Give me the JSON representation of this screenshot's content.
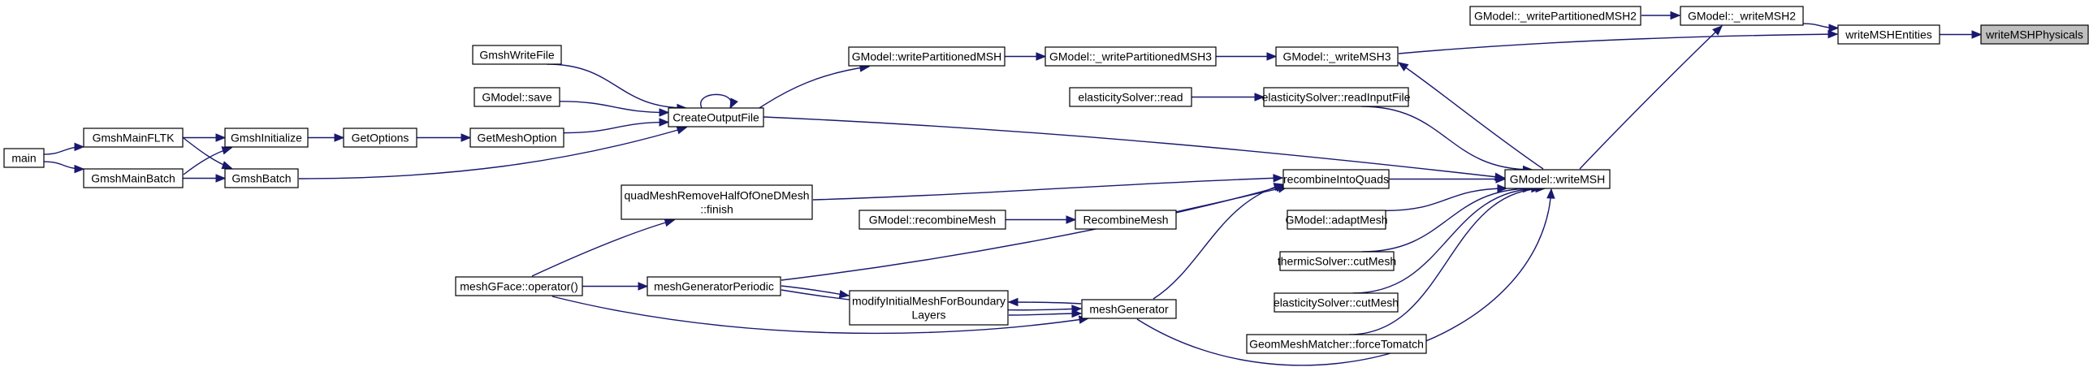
{
  "diagram": {
    "colors": {
      "edge": "#191970",
      "node_border": "#000000",
      "highlight_fill": "#bfbfbf",
      "background": "#ffffff"
    },
    "nodes": {
      "writeMSHPhysicals": [
        "writeMSHPhysicals"
      ],
      "writeMSHEntities": [
        "writeMSHEntities"
      ],
      "GModel_writeMSH2": [
        "GModel::_writeMSH2"
      ],
      "GModel_writePartitionedMSH2": [
        "GModel::_writePartitionedMSH2"
      ],
      "GModel_writeMSH3": [
        "GModel::_writeMSH3"
      ],
      "GModel_writePartitionedMSH3": [
        "GModel::_writePartitionedMSH3"
      ],
      "GModel_writePartitionedMSH": [
        "GModel::writePartitionedMSH"
      ],
      "GModel_writeMSH": [
        "GModel::writeMSH"
      ],
      "CreateOutputFile": [
        "CreateOutputFile"
      ],
      "GmshWriteFile": [
        "GmshWriteFile"
      ],
      "GModel_save": [
        "GModel::save"
      ],
      "GetMeshOption": [
        "GetMeshOption"
      ],
      "GetOptions": [
        "GetOptions"
      ],
      "GmshInitialize": [
        "GmshInitialize"
      ],
      "GmshMainFLTK": [
        "GmshMainFLTK"
      ],
      "GmshMainBatch": [
        "GmshMainBatch"
      ],
      "main": [
        "main"
      ],
      "GmshBatch": [
        "GmshBatch"
      ],
      "elasticitySolver_read": [
        "elasticitySolver::read"
      ],
      "elasticitySolver_readInputFile": [
        "elasticitySolver::readInputFile"
      ],
      "recombineIntoQuads": [
        "recombineIntoQuads"
      ],
      "quadMeshRemoveHalf": [
        "quadMeshRemoveHalfOfOneDMesh",
        "::finish"
      ],
      "GModel_recombineMesh": [
        "GModel::recombineMesh"
      ],
      "RecombineMesh": [
        "RecombineMesh"
      ],
      "meshGFace_operator": [
        "meshGFace::operator()"
      ],
      "meshGeneratorPeriodic": [
        "meshGeneratorPeriodic"
      ],
      "modifyInitialMesh": [
        "modifyInitialMeshForBoundary",
        "Layers"
      ],
      "meshGenerator": [
        "meshGenerator"
      ],
      "GModel_adaptMesh": [
        "GModel::adaptMesh"
      ],
      "thermicSolver_cutMesh": [
        "thermicSolver::cutMesh"
      ],
      "elasticitySolver_cutMesh": [
        "elasticitySolver::cutMesh"
      ],
      "GeomMeshMatcher_forceTomatch": [
        "GeomMeshMatcher::forceTomatch"
      ]
    },
    "highlighted": "writeMSHPhysicals",
    "edges": [
      [
        "writeMSHEntities",
        "writeMSHPhysicals"
      ],
      [
        "GModel_writeMSH2",
        "writeMSHEntities"
      ],
      [
        "GModel_writeMSH3",
        "writeMSHEntities"
      ],
      [
        "GModel_writePartitionedMSH2",
        "GModel_writeMSH2"
      ],
      [
        "GModel_writeMSH",
        "GModel_writeMSH2"
      ],
      [
        "GModel_writePartitionedMSH3",
        "GModel_writeMSH3"
      ],
      [
        "GModel_writeMSH",
        "GModel_writeMSH3"
      ],
      [
        "GModel_writePartitionedMSH",
        "GModel_writePartitionedMSH3"
      ],
      [
        "CreateOutputFile",
        "GModel_writePartitionedMSH"
      ],
      [
        "CreateOutputFile",
        "GModel_writeMSH"
      ],
      [
        "CreateOutputFile",
        "CreateOutputFile"
      ],
      [
        "GmshWriteFile",
        "CreateOutputFile"
      ],
      [
        "GModel_save",
        "CreateOutputFile"
      ],
      [
        "GetMeshOption",
        "CreateOutputFile"
      ],
      [
        "GmshBatch",
        "CreateOutputFile"
      ],
      [
        "GetOptions",
        "GetMeshOption"
      ],
      [
        "GmshInitialize",
        "GetOptions"
      ],
      [
        "GmshMainFLTK",
        "GmshInitialize"
      ],
      [
        "GmshMainBatch",
        "GmshInitialize"
      ],
      [
        "GmshMainFLTK",
        "GmshBatch"
      ],
      [
        "GmshMainBatch",
        "GmshBatch"
      ],
      [
        "main",
        "GmshMainFLTK"
      ],
      [
        "main",
        "GmshMainBatch"
      ],
      [
        "elasticitySolver_read",
        "elasticitySolver_readInputFile"
      ],
      [
        "elasticitySolver_readInputFile",
        "GModel_writeMSH"
      ],
      [
        "recombineIntoQuads",
        "GModel_writeMSH"
      ],
      [
        "quadMeshRemoveHalf",
        "recombineIntoQuads"
      ],
      [
        "RecombineMesh",
        "recombineIntoQuads"
      ],
      [
        "meshGeneratorPeriodic",
        "recombineIntoQuads"
      ],
      [
        "meshGenerator",
        "recombineIntoQuads"
      ],
      [
        "GModel_recombineMesh",
        "RecombineMesh"
      ],
      [
        "meshGFace_operator",
        "quadMeshRemoveHalf"
      ],
      [
        "meshGFace_operator",
        "meshGeneratorPeriodic"
      ],
      [
        "meshGFace_operator",
        "meshGenerator"
      ],
      [
        "meshGeneratorPeriodic",
        "modifyInitialMesh"
      ],
      [
        "meshGeneratorPeriodic",
        "meshGenerator"
      ],
      [
        "modifyInitialMesh",
        "meshGenerator"
      ],
      [
        "meshGenerator",
        "modifyInitialMesh"
      ],
      [
        "GModel_adaptMesh",
        "GModel_writeMSH"
      ],
      [
        "thermicSolver_cutMesh",
        "GModel_writeMSH"
      ],
      [
        "elasticitySolver_cutMesh",
        "GModel_writeMSH"
      ],
      [
        "GeomMeshMatcher_forceTomatch",
        "GModel_writeMSH"
      ],
      [
        "meshGenerator",
        "GModel_writeMSH"
      ]
    ]
  }
}
